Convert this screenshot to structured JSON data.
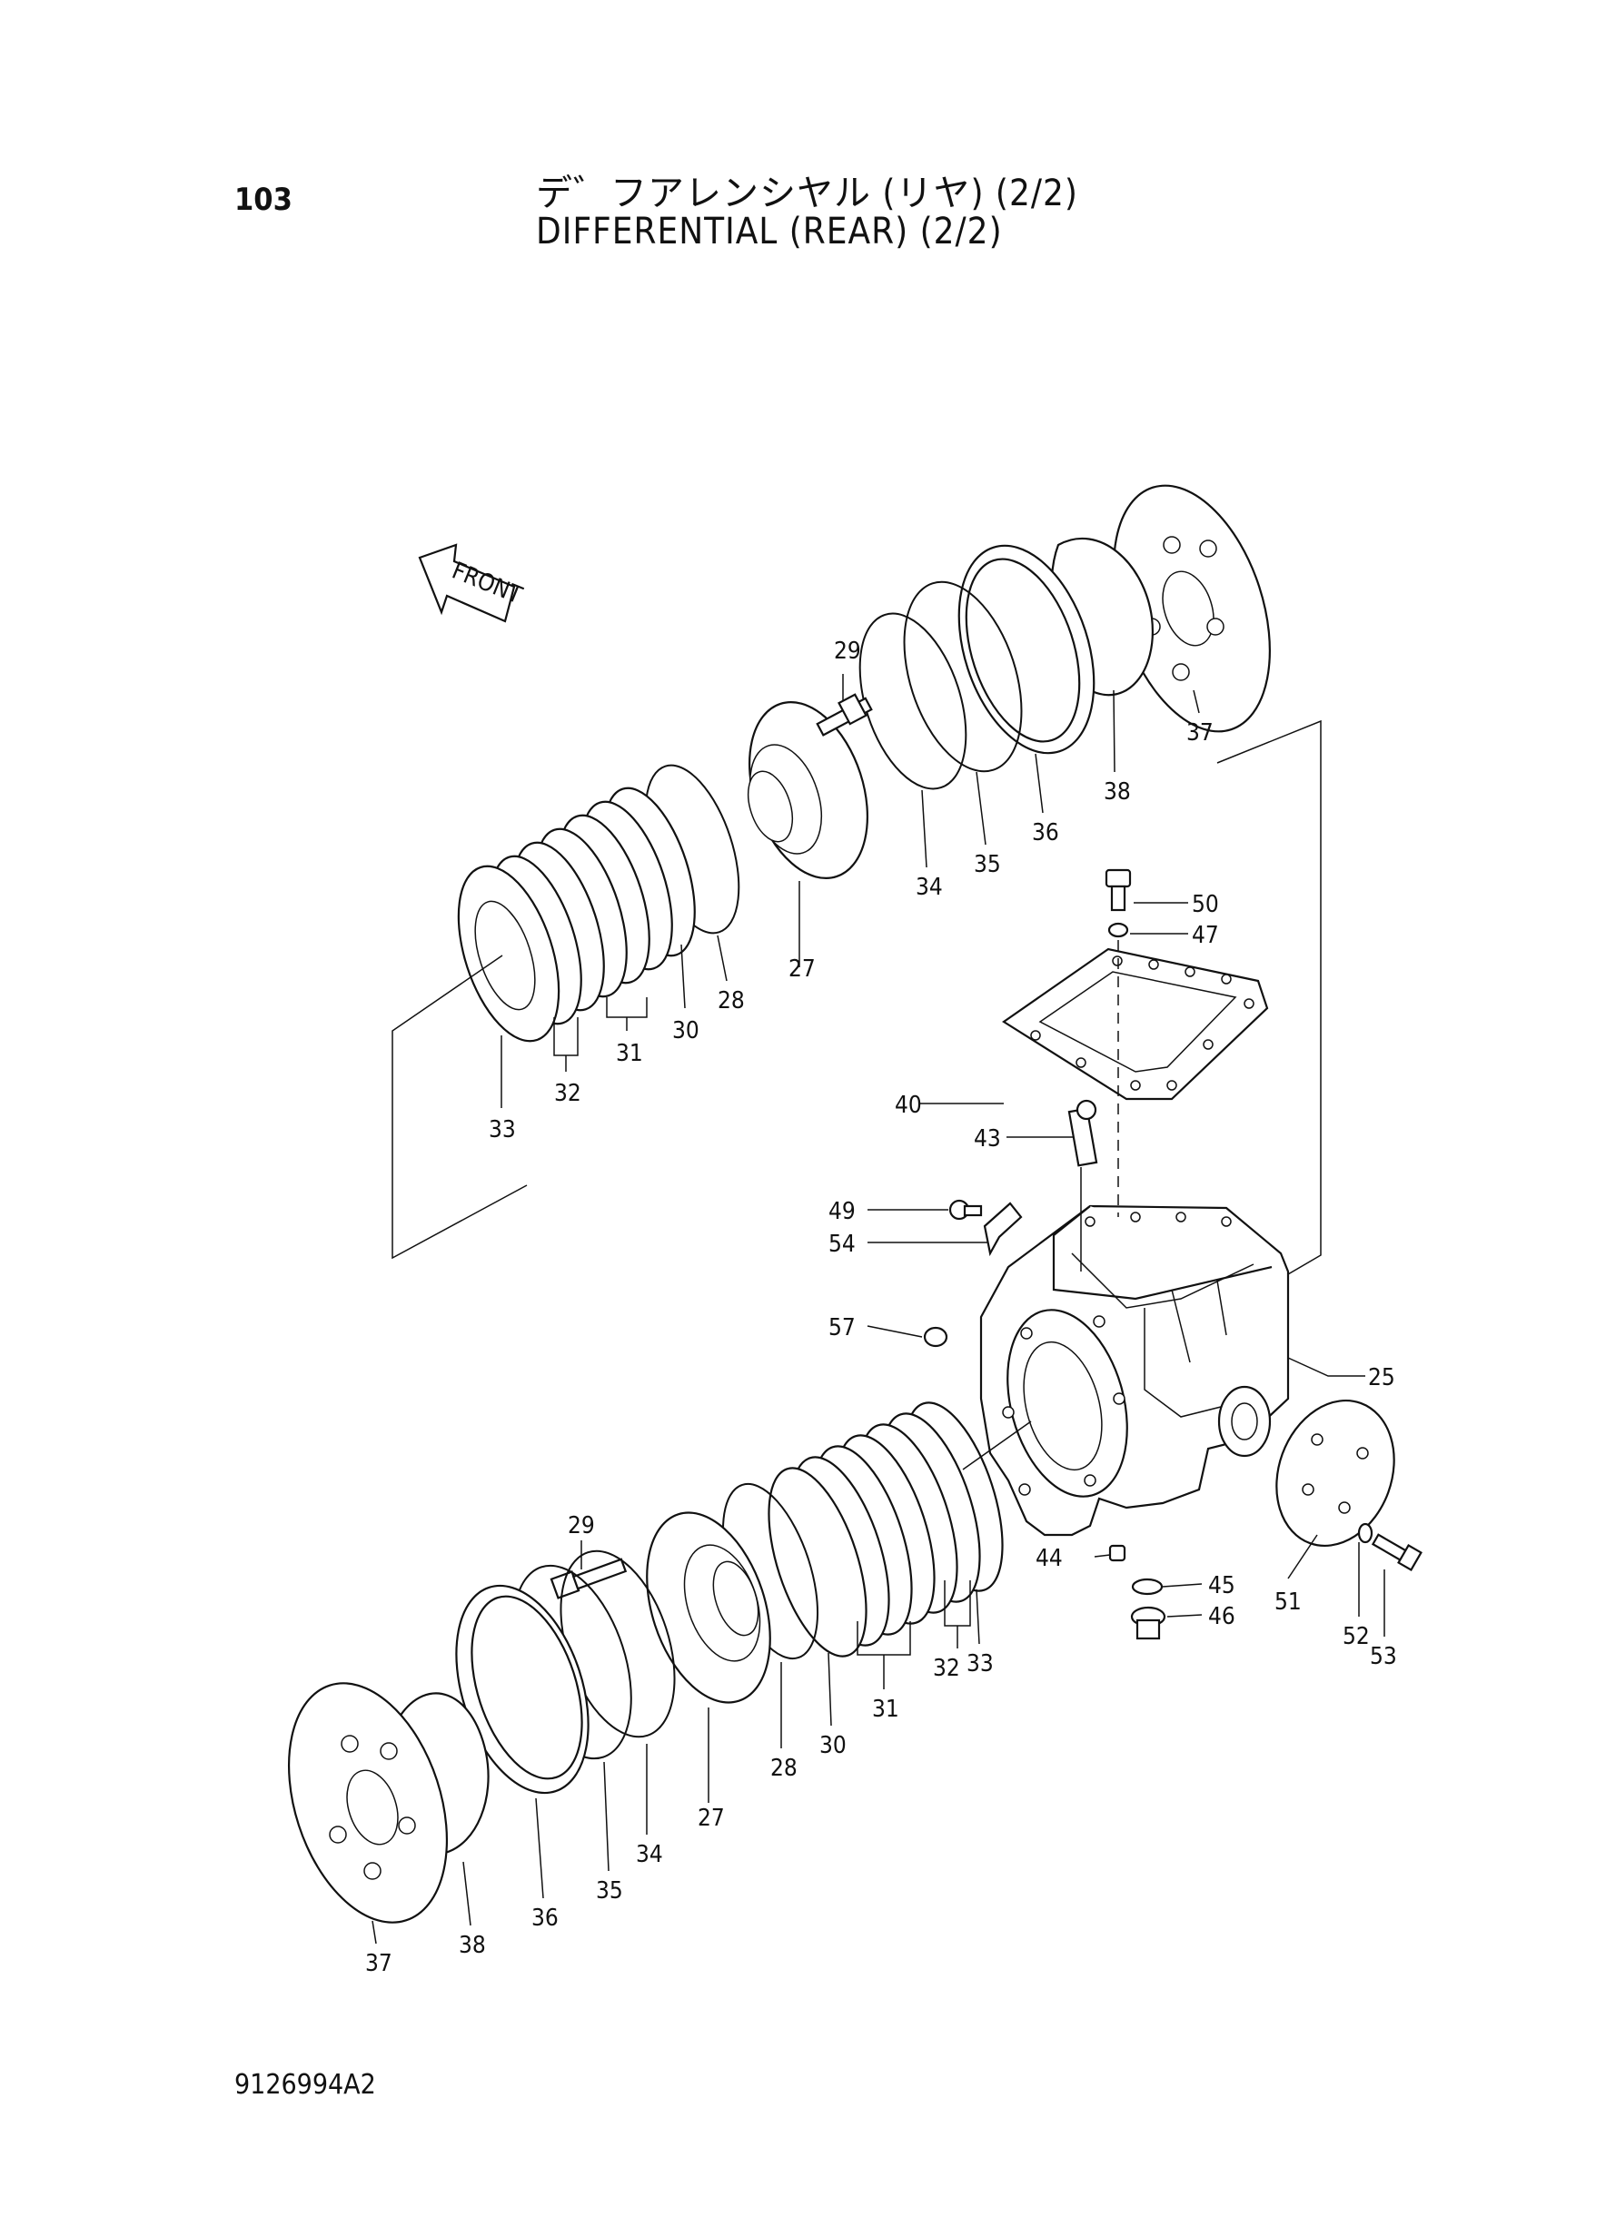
{
  "header": {
    "page_number": "103",
    "title_jp": "デ゛フアレンシヤル (リヤ) (2/2)",
    "title_en": "DIFFERENTIAL (REAR) (2/2)"
  },
  "front_arrow": {
    "label": "FRONT"
  },
  "callouts": {
    "c25": "25",
    "c27a": "27",
    "c27b": "27",
    "c28a": "28",
    "c28b": "28",
    "c29a": "29",
    "c29b": "29",
    "c30a": "30",
    "c30b": "30",
    "c31a": "31",
    "c31b": "31",
    "c32a": "32",
    "c32b": "32",
    "c33a": "33",
    "c33b": "33",
    "c34a": "34",
    "c34b": "34",
    "c35a": "35",
    "c35b": "35",
    "c36a": "36",
    "c36b": "36",
    "c37a": "37",
    "c37b": "37",
    "c38a": "38",
    "c38b": "38",
    "c40": "40",
    "c43": "43",
    "c44": "44",
    "c45": "45",
    "c46": "46",
    "c47": "47",
    "c49": "49",
    "c50": "50",
    "c51": "51",
    "c52": "52",
    "c53": "53",
    "c54": "54",
    "c57": "57"
  },
  "footer": {
    "drawing_number": "9126994A2"
  }
}
